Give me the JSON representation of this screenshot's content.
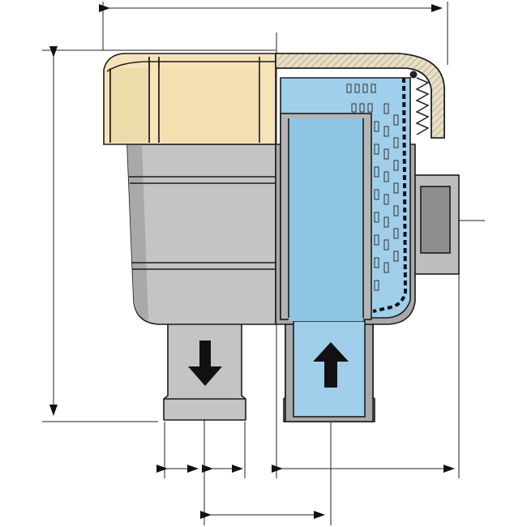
{
  "diagram": {
    "subject": "water-strainer-cross-section",
    "colors": {
      "background": "#ffffff",
      "outline": "#1c1c1c",
      "lid": "#f6e3b8",
      "lid_shade": "#ead29c",
      "body": "#c4c4c4",
      "body_shade": "#a7a7a7",
      "body_dark": "#8e8e8e",
      "water": "#9fcfea",
      "water_dark": "#7fbde0",
      "arrow": "#111111",
      "hatch": "#444444"
    },
    "flow": {
      "inlet_direction": "up",
      "outlet_direction": "down"
    },
    "icons": {
      "inlet": "arrow-up-icon",
      "outlet": "arrow-down-icon"
    }
  }
}
